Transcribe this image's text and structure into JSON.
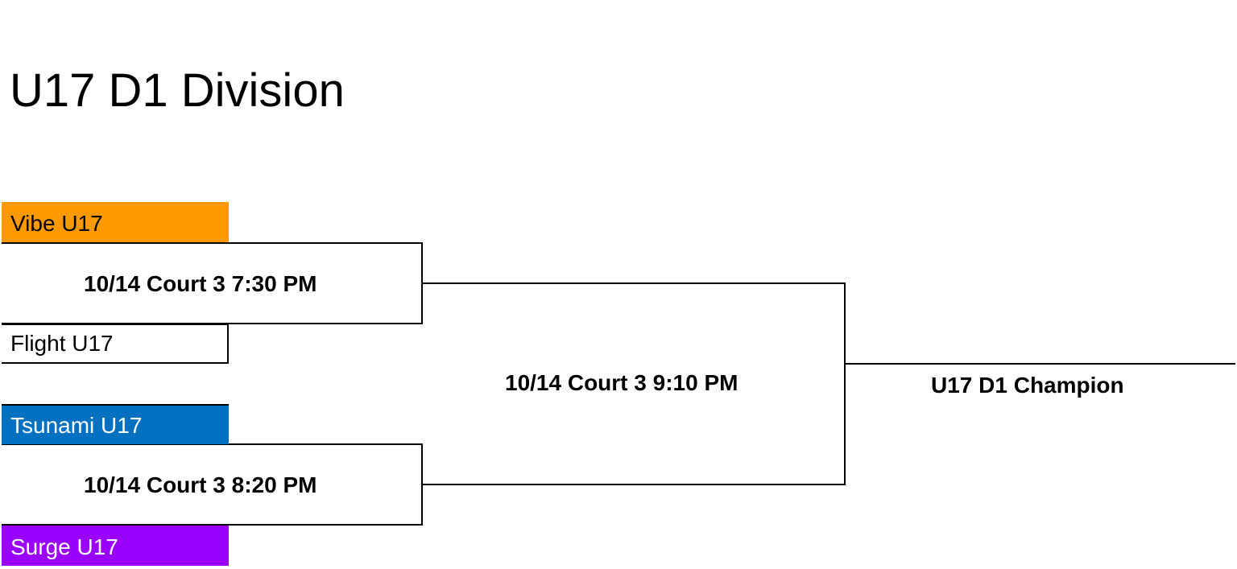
{
  "title": "U17 D1 Division",
  "teams": [
    {
      "name": "Vibe U17",
      "color": "#ff9900",
      "text_color": "#000000"
    },
    {
      "name": "Flight U17",
      "color": "#ffffff",
      "text_color": "#000000"
    },
    {
      "name": "Tsunami U17",
      "color": "#0070c0",
      "text_color": "#ffffff"
    },
    {
      "name": "Surge U17",
      "color": "#9900ff",
      "text_color": "#ffffff"
    }
  ],
  "games": [
    {
      "label": "10/14 Court 3 7:30 PM"
    },
    {
      "label": "10/14 Court 3 8:20 PM"
    },
    {
      "label": "10/14 Court 3 9:10 PM"
    }
  ],
  "champion": "U17 D1 Champion"
}
